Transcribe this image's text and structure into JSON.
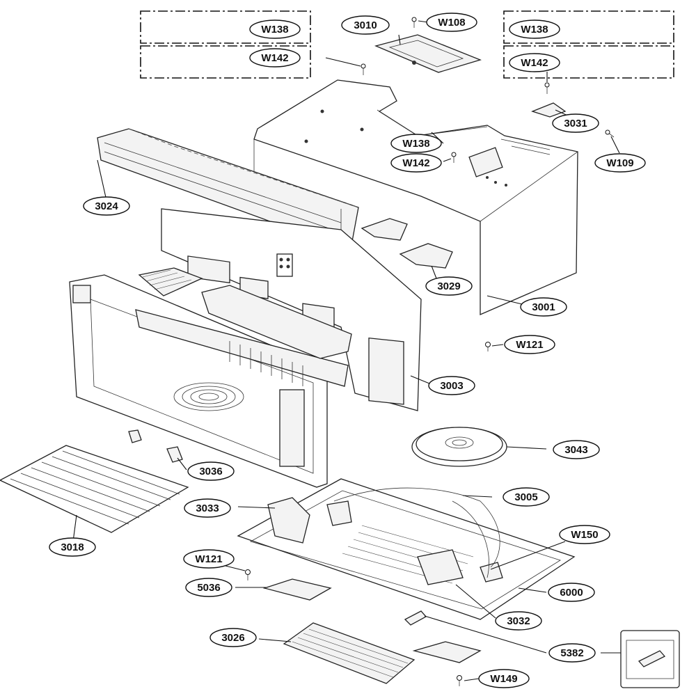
{
  "labels": {
    "w138_tl": "W138",
    "w142_tl": "W142",
    "p3010": "3010",
    "w108": "W108",
    "w138_tr": "W138",
    "w142_tr": "W142",
    "p3031": "3031",
    "w109": "W109",
    "w138_mid": "W138",
    "w142_mid": "W142",
    "p3024": "3024",
    "p3029": "3029",
    "p3001": "3001",
    "w121_r": "W121",
    "p3003": "3003",
    "p3043": "3043",
    "p3036": "3036",
    "p3005": "3005",
    "p3033": "3033",
    "p3018": "3018",
    "w150": "W150",
    "w121_l": "W121",
    "p5036": "5036",
    "p6000": "6000",
    "p3032": "3032",
    "p3026": "3026",
    "p5382": "5382",
    "w149": "W149"
  }
}
